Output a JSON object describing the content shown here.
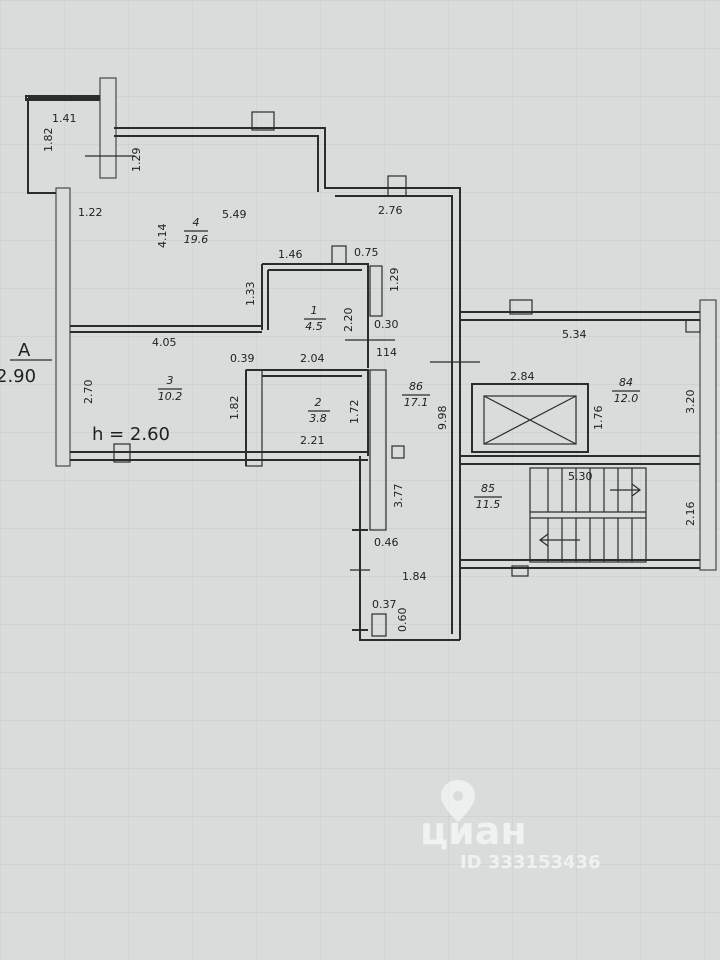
{
  "axis": {
    "letter": "A",
    "value": "2.90"
  },
  "height_note": "h = 2.60",
  "rooms": [
    {
      "num": "4",
      "area": "19.6"
    },
    {
      "num": "1",
      "area": "4.5"
    },
    {
      "num": "3",
      "area": "10.2"
    },
    {
      "num": "2",
      "area": "3.8"
    },
    {
      "num": "86",
      "area": "17.1"
    },
    {
      "num": "84",
      "area": "12.0"
    },
    {
      "num": "85",
      "area": "11.5"
    }
  ],
  "dims": [
    "1.41",
    "1.82",
    "1.29",
    "1.22",
    "4.14",
    "5.49",
    "2.76",
    "1.46",
    "0.75",
    "1.29",
    "1.33",
    "2.20",
    "0.30",
    "4.05",
    "0.39",
    "2.04",
    "114",
    "5.34",
    "2.84",
    "3.20",
    "2.70",
    "1.82",
    "1.72",
    "2.21",
    "9.98",
    "1.76",
    "5.30",
    "3.77",
    "2.16",
    "0.46",
    "1.84",
    "0.37",
    "0.60"
  ],
  "watermark": {
    "brand": "циан",
    "id": "ID 333153436"
  }
}
